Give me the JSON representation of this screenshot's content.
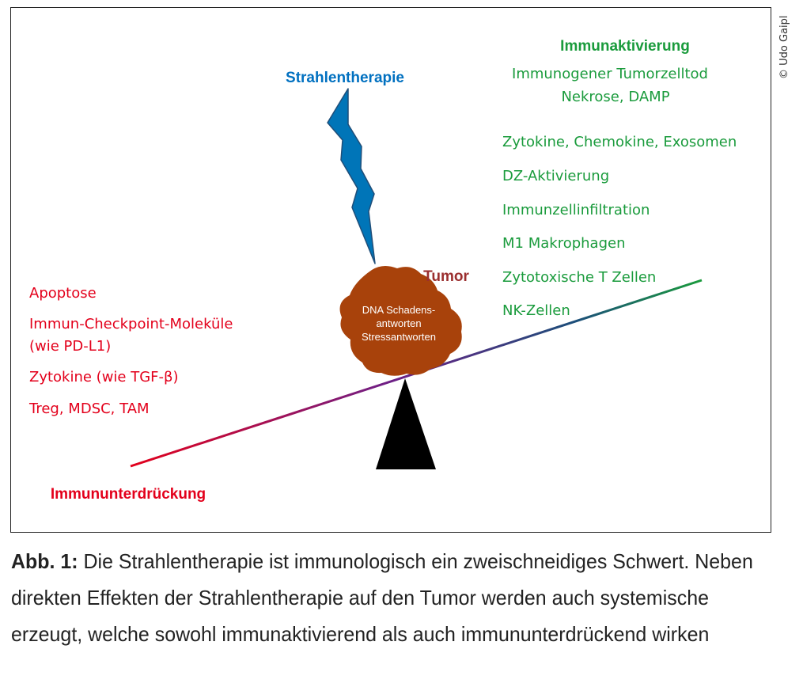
{
  "colors": {
    "red": "#e3001b",
    "green": "#1a9b3c",
    "blue": "#0070c0",
    "tumor": "#a8420b",
    "tumor_label": "#9b2f2f",
    "fulcrum": "#000000"
  },
  "labels": {
    "radiation": "Strahlentherapie",
    "tumor": "Tumor",
    "tumor_inner": [
      "DNA Schadens-",
      "antworten",
      "Stressantworten"
    ],
    "activation_heading": "Immunaktivierung",
    "suppression_heading": "Immununterdrückung"
  },
  "activation_items": [
    "Immunogener Tumorzelltod",
    "Nekrose, DAMP",
    "Zytokine, Chemokine, Exosomen",
    "DZ-Aktivierung",
    "Immunzellinfiltration",
    "M1 Makrophagen",
    "Zytotoxische T Zellen",
    "NK-Zellen"
  ],
  "suppression_items": [
    "Apoptose",
    "Immun-Checkpoint-Moleküle",
    "(wie PD-L1)",
    "Zytokine (wie TGF-β)",
    "Treg, MDSC, TAM"
  ],
  "copyright": "© Udo Gaipl",
  "caption": {
    "lead": "Abb. 1:",
    "text": " Die Strahlentherapie ist immunologisch ein zweischneidiges Schwert. Neben direkten Effekten der Strahlentherapie auf den Tumor werden auch systemische erzeugt, welche sowohl immunaktivierend als auch immununterdrückend wirken"
  }
}
